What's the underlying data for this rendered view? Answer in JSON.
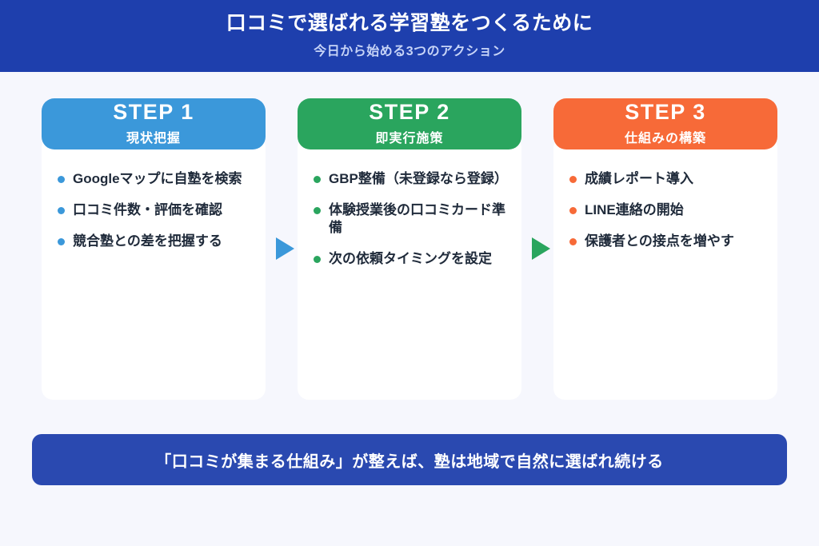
{
  "header": {
    "title": "口コミで選ばれる学習塾をつくるために",
    "subtitle": "今日から始める3つのアクション",
    "bg": "#1e3fad",
    "title_color": "#ffffff",
    "subtitle_color": "#c7d4f7"
  },
  "steps": [
    {
      "label": "STEP 1",
      "sublabel": "現状把握",
      "color": "#3b98da",
      "items": [
        "Googleマップに自塾を検索",
        "口コミ件数・評価を確認",
        "競合塾との差を把握する"
      ]
    },
    {
      "label": "STEP 2",
      "sublabel": "即実行施策",
      "color": "#2aa55e",
      "items": [
        "GBP整備（未登録なら登録）",
        "体験授業後の口コミカード準備",
        "次の依頼タイミングを設定"
      ]
    },
    {
      "label": "STEP 3",
      "sublabel": "仕組みの構築",
      "color": "#f76a38",
      "items": [
        "成績レポート導入",
        "LINE連絡の開始",
        "保護者との接点を増やす"
      ]
    }
  ],
  "arrows": [
    {
      "direction": "right",
      "color": "#3b98da"
    },
    {
      "direction": "right",
      "color": "#2aa55e"
    }
  ],
  "footer": {
    "text": "「口コミが集まる仕組み」が整えば、塾は地域で自然に選ばれ続ける",
    "bg": "#2a49b0"
  },
  "body_text_color": "#1f2a3a",
  "page_bg": "#f6f7fd",
  "card_bg": "#ffffff"
}
